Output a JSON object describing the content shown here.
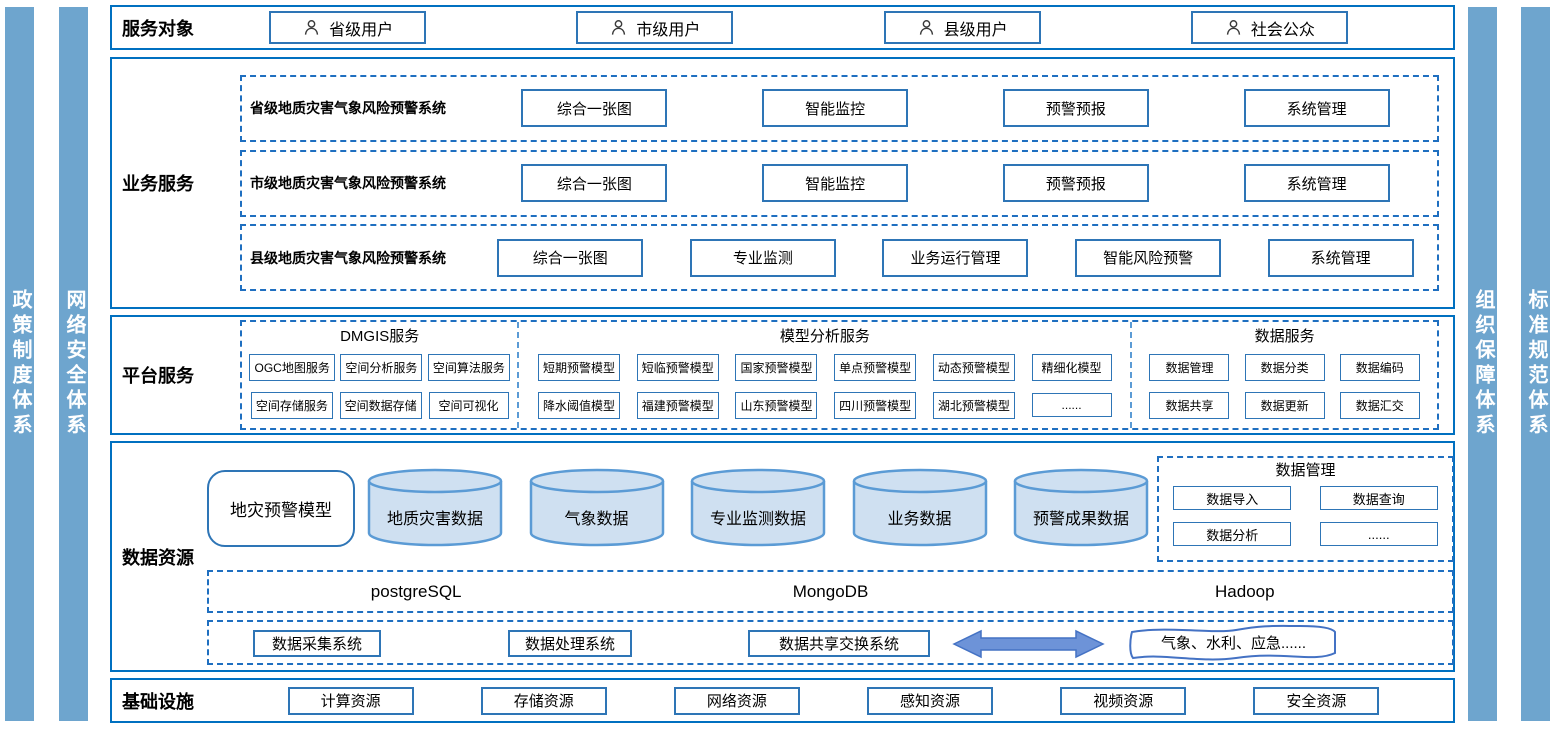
{
  "colors": {
    "outer_border": "#0070c0",
    "inner_border": "#2e75b6",
    "dashed_border": "#1f6fc0",
    "side_bar_fill": "#6ea5ce",
    "cylinder_fill": "#cfe0f1",
    "cylinder_border": "#5b9bd5",
    "arrow_fill": "#6d93d8"
  },
  "side_bars": {
    "left": [
      "政策制度体系",
      "网络安全体系"
    ],
    "right": [
      "组织保障体系",
      "标准规范体系"
    ]
  },
  "service_targets": {
    "title": "服务对象",
    "users": [
      "省级用户",
      "市级用户",
      "县级用户",
      "社会公众"
    ]
  },
  "business_services": {
    "title": "业务服务",
    "systems": [
      {
        "name": "省级地质灾害气象风险预警系统",
        "modules": [
          "综合一张图",
          "智能监控",
          "预警预报",
          "系统管理"
        ]
      },
      {
        "name": "市级地质灾害气象风险预警系统",
        "modules": [
          "综合一张图",
          "智能监控",
          "预警预报",
          "系统管理"
        ]
      },
      {
        "name": "县级地质灾害气象风险预警系统",
        "modules": [
          "综合一张图",
          "专业监测",
          "业务运行管理",
          "智能风险预警",
          "系统管理"
        ]
      }
    ]
  },
  "platform_services": {
    "title": "平台服务",
    "groups": [
      {
        "name": "DMGIS服务",
        "row1": [
          "OGC地图服务",
          "空间分析服务",
          "空间算法服务"
        ],
        "row2": [
          "空间存储服务",
          "空间数据存储",
          "空间可视化"
        ]
      },
      {
        "name": "模型分析服务",
        "row1": [
          "短期预警模型",
          "短临预警模型",
          "国家预警模型",
          "单点预警模型",
          "动态预警模型",
          "精细化模型"
        ],
        "row2": [
          "降水阈值模型",
          "福建预警模型",
          "山东预警模型",
          "四川预警模型",
          "湖北预警模型",
          "......"
        ]
      },
      {
        "name": "数据服务",
        "row1": [
          "数据管理",
          "数据分类",
          "数据编码"
        ],
        "row2": [
          "数据共享",
          "数据更新",
          "数据汇交"
        ]
      }
    ]
  },
  "data_resources": {
    "title": "数据资源",
    "model_box": "地灾预警模型",
    "cylinders": [
      "地质灾害数据",
      "气象数据",
      "专业监测数据",
      "业务数据",
      "预警成果数据"
    ],
    "data_management": {
      "title": "数据管理",
      "items": [
        "数据导入",
        "数据查询",
        "数据分析",
        "......"
      ]
    },
    "databases": [
      "postgreSQL",
      "MongoDB",
      "Hadoop"
    ],
    "systems": [
      "数据采集系统",
      "数据处理系统",
      "数据共享交换系统"
    ],
    "external_systems": "气象、水利、应急......"
  },
  "infrastructure": {
    "title": "基础设施",
    "resources": [
      "计算资源",
      "存储资源",
      "网络资源",
      "感知资源",
      "视频资源",
      "安全资源"
    ]
  }
}
